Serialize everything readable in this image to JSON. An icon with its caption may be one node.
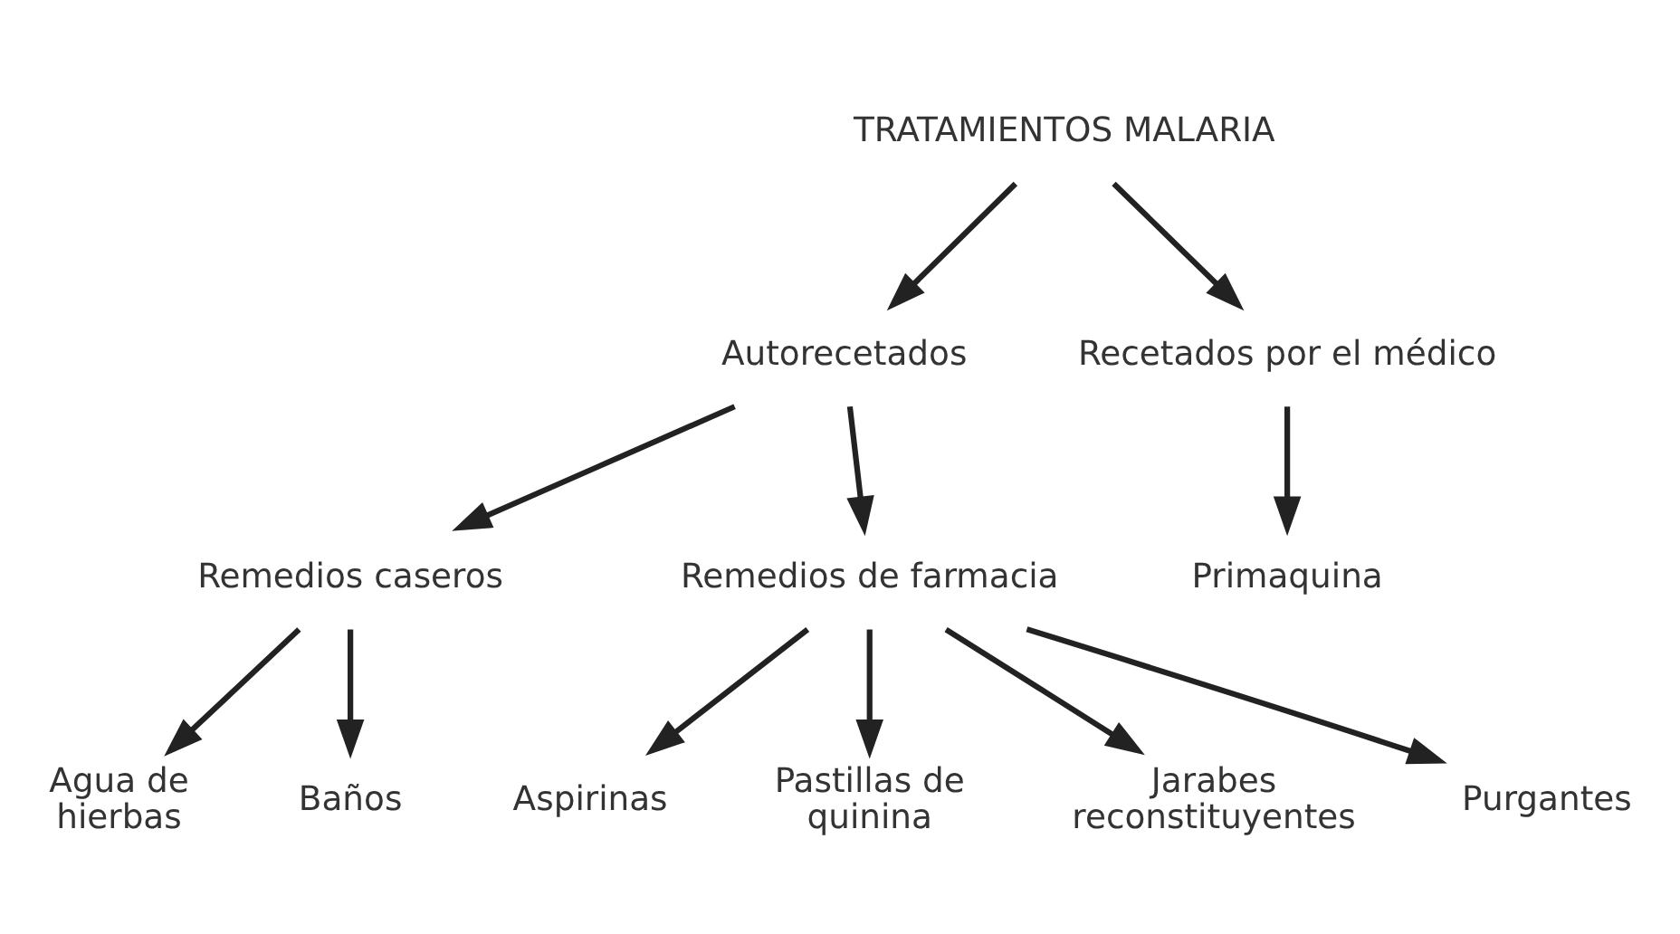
{
  "diagram": {
    "nodes": [
      {
        "text": [
          "TRATAMIENTOS MALARIA"
        ]
      },
      {
        "text": [
          "Autorecetados"
        ]
      },
      {
        "text": [
          "Recetados por el médico"
        ]
      },
      {
        "text": [
          "Remedios caseros"
        ]
      },
      {
        "text": [
          "Remedios de farmacia"
        ]
      },
      {
        "text": [
          "Primaquina"
        ]
      },
      {
        "text": [
          "Agua de hierbas"
        ]
      },
      {
        "text": [
          "Baños"
        ]
      },
      {
        "text": [
          "Aspirinas"
        ]
      },
      {
        "text": [
          "Pastillas de quinina"
        ]
      },
      {
        "text": [
          "Jarabes reconstituyentes"
        ]
      },
      {
        "text": [
          "Purgantes"
        ]
      }
    ],
    "edges": [
      {
        "from": 0,
        "to": 1,
        "arrow": "to"
      },
      {
        "from": 0,
        "to": 2,
        "arrow": "to"
      },
      {
        "from": 1,
        "to": 3,
        "arrow": "to"
      },
      {
        "from": 1,
        "to": 4,
        "arrow": "to"
      },
      {
        "from": 2,
        "to": 5,
        "arrow": "to"
      },
      {
        "from": 3,
        "to": 6,
        "arrow": "to"
      },
      {
        "from": 3,
        "to": 7,
        "arrow": "to"
      },
      {
        "from": 4,
        "to": 8,
        "arrow": "to"
      },
      {
        "from": 4,
        "to": 9,
        "arrow": "to"
      },
      {
        "from": 4,
        "to": 10,
        "arrow": "to"
      },
      {
        "from": 4,
        "to": 11,
        "arrow": "to"
      }
    ]
  }
}
